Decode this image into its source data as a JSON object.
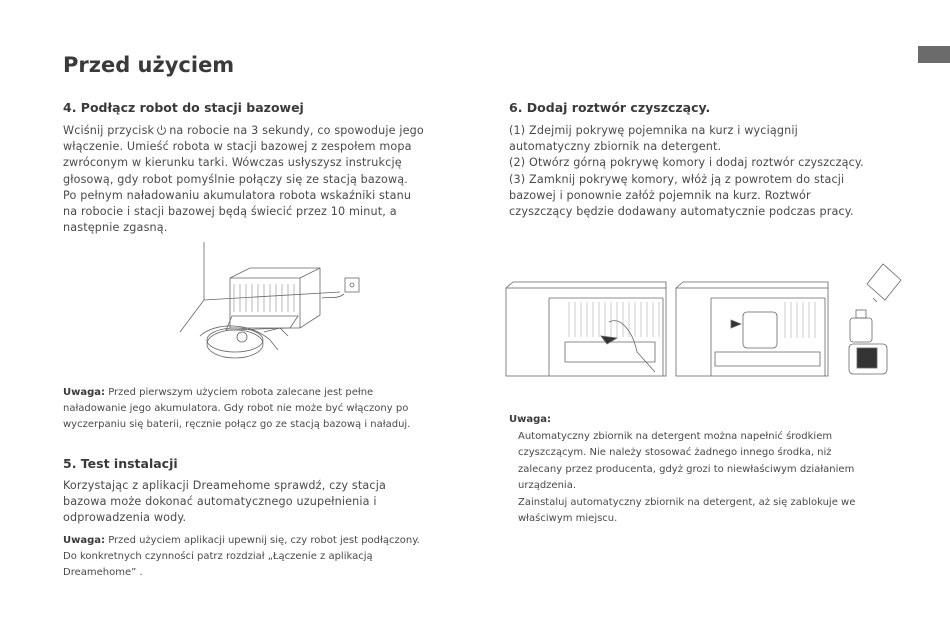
{
  "page_title": "Przed użyciem",
  "sections": {
    "connect": {
      "heading": "4. Podłącz robot do stacji bazowej",
      "lines": [
        "na robocie na 3 sekundy, co spowoduje jego",
        "włączenie. Umieść robota w stacji bazowej z zespołem mopa",
        "zwróconym w kierunku tarki. Wówczas usłyszysz instrukcję",
        "głosową, gdy robot pomyślnie połączy się ze stacją bazową.",
        "Po pełnym naładowaniu akumulatora robota wskaźniki stanu",
        "na robocie i stacji bazowej będą świecić przez 10 minut, a",
        "następnie zgasną."
      ],
      "line1_prefix": "Wciśnij przycisk",
      "power_icon": "power-icon",
      "note_label": "Uwaga:",
      "note_lines": [
        "Przed pierwszym użyciem robota zalecane jest pełne",
        "naładowanie jego akumulatora. Gdy robot nie może być włączony po",
        "wyczerpaniu się baterii, ręcznie połącz go ze stacją bazową i naładuj."
      ]
    },
    "test": {
      "heading": "5. Test instalacji",
      "lines": [
        "Korzystając z aplikacji Dreamehome sprawdź, czy stacja",
        "bazowa może dokonać automatycznego uzupełnienia i",
        "odprowadzenia wody."
      ],
      "note_label": "Uwaga:",
      "note_lines": [
        "Przed użyciem aplikacji upewnij się, czy robot jest podłączony.",
        "Do konkretnych czynności patrz rozdział „Łączenie z aplikacją",
        "Dreamehome” ."
      ]
    },
    "detergent": {
      "heading": "6. Dodaj roztwór czyszczący.",
      "lines": [
        "(1) Zdejmij pokrywę pojemnika na kurz i wyciągnij",
        "automatyczny zbiornik na detergent.",
        "(2) Otwórz górną pokrywę komory i dodaj roztwór czyszczący.",
        "(3) Zamknij pokrywę komory, włóż ją z powrotem do stacji",
        "bazowej i ponownie załóż pojemnik na kurz. Roztwór",
        "czyszczący będzie dodawany automatycznie podczas pracy."
      ],
      "note_label": "Uwaga:",
      "note_lines": [
        "Automatyczny zbiornik na detergent można napełnić środkiem",
        "czyszczącym. Nie należy stosować żadnego innego środka, niż",
        "zalecany przez producenta, gdyż grozi to niewłaściwym działaniem",
        "urządzenia.",
        "Zainstaluj automatyczny zbiornik na detergent, aż się zablokuje we",
        "właściwym miejscu."
      ]
    }
  }
}
